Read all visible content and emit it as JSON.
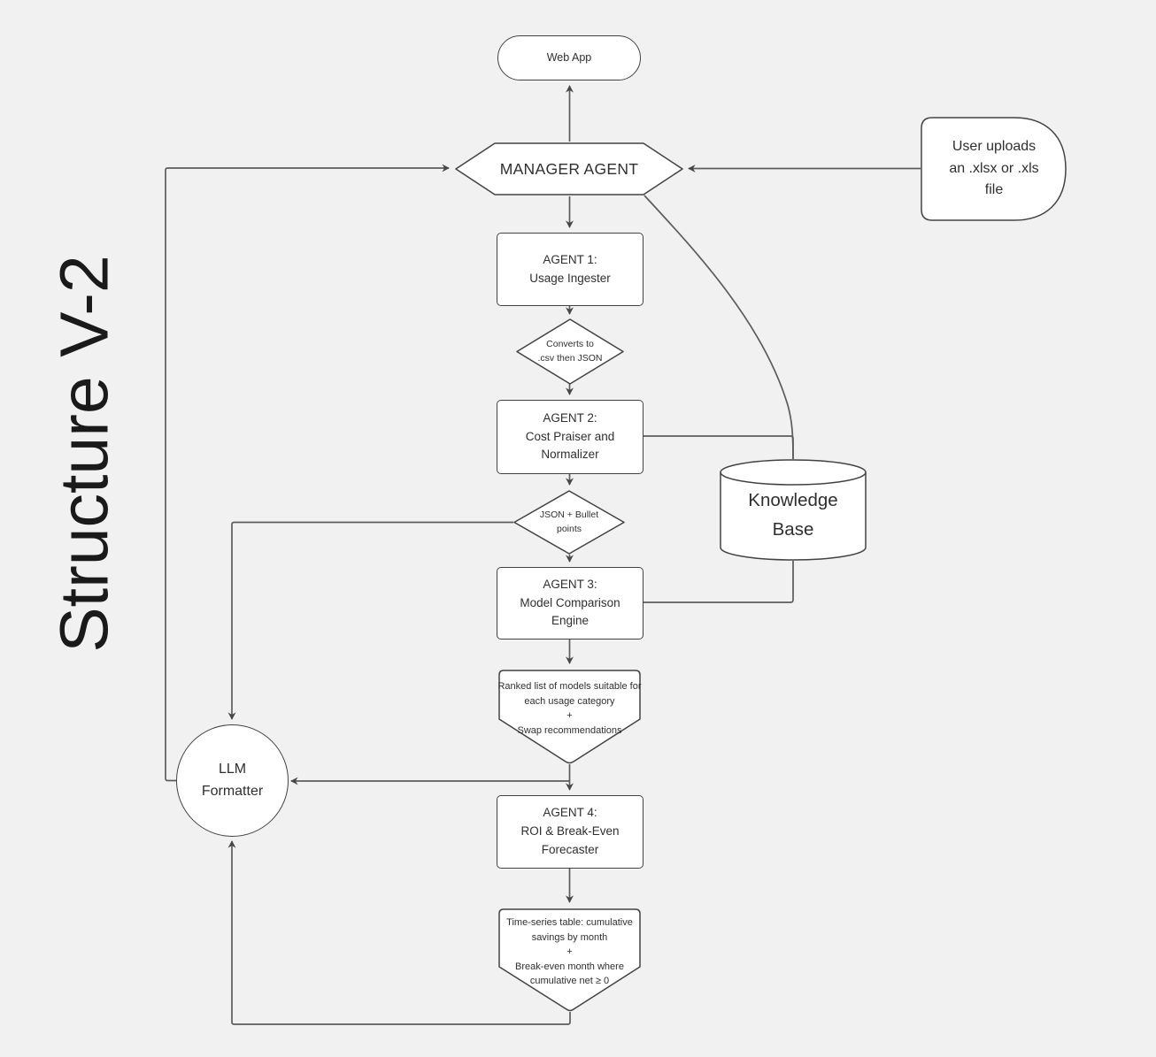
{
  "title": "Structure V-2",
  "colors": {
    "background": "#f1f1f1",
    "node_fill": "#ffffff",
    "node_border": "#424242",
    "edge_line": "#5c5c5c",
    "text": "#2f2f2f",
    "title_text": "#1a1a1a"
  },
  "nodes": {
    "web_app": {
      "shape": "stadium",
      "label": "Web App"
    },
    "manager_agent": {
      "shape": "hexagon",
      "label": "MANAGER AGENT"
    },
    "user_upload": {
      "shape": "card",
      "lines": [
        "User uploads",
        "an .xlsx or .xls",
        "file"
      ]
    },
    "agent1": {
      "shape": "rectangle",
      "lines": [
        "AGENT 1:",
        "Usage Ingester"
      ]
    },
    "converts": {
      "shape": "diamond",
      "lines": [
        "Converts to",
        ".csv then JSON"
      ]
    },
    "agent2": {
      "shape": "rectangle",
      "lines": [
        "AGENT 2:",
        "Cost Praiser and",
        "Normalizer"
      ]
    },
    "json_bullet": {
      "shape": "diamond",
      "lines": [
        "JSON + Bullet",
        "points"
      ]
    },
    "knowledge_base": {
      "shape": "cylinder",
      "lines": [
        "Knowledge",
        "Base"
      ]
    },
    "agent3": {
      "shape": "rectangle",
      "lines": [
        "AGENT 3:",
        "Model Comparison",
        "Engine"
      ]
    },
    "ranked_output": {
      "shape": "pentagon-down",
      "lines": [
        "Ranked list of models suitable for",
        "each usage category",
        "+",
        "Swap recommendations"
      ]
    },
    "llm_formatter": {
      "shape": "circle",
      "lines": [
        "LLM",
        "Formatter"
      ]
    },
    "agent4": {
      "shape": "rectangle",
      "lines": [
        "AGENT 4:",
        "ROI & Break-Even",
        "Forecaster"
      ]
    },
    "timeseries_output": {
      "shape": "pentagon-down",
      "lines": [
        "Time-series table: cumulative",
        "savings by month",
        "+",
        "Break-even month where",
        "cumulative net ≥ 0"
      ]
    }
  },
  "edges": [
    "manager-agent to web-app",
    "manager-agent to agent1",
    "agent1 to converts",
    "converts to agent2",
    "agent2 to json-bullet",
    "json-bullet to agent3",
    "agent3 to ranked-output",
    "ranked-output to agent4",
    "ranked-output to llm-formatter",
    "agent4 to timeseries-output",
    "timeseries-output to llm-formatter",
    "json-bullet to llm-formatter",
    "llm-formatter to manager-agent",
    "user-upload to manager-agent",
    "agent2 to knowledge-base",
    "manager-agent to knowledge-base",
    "knowledge-base to agent3"
  ]
}
